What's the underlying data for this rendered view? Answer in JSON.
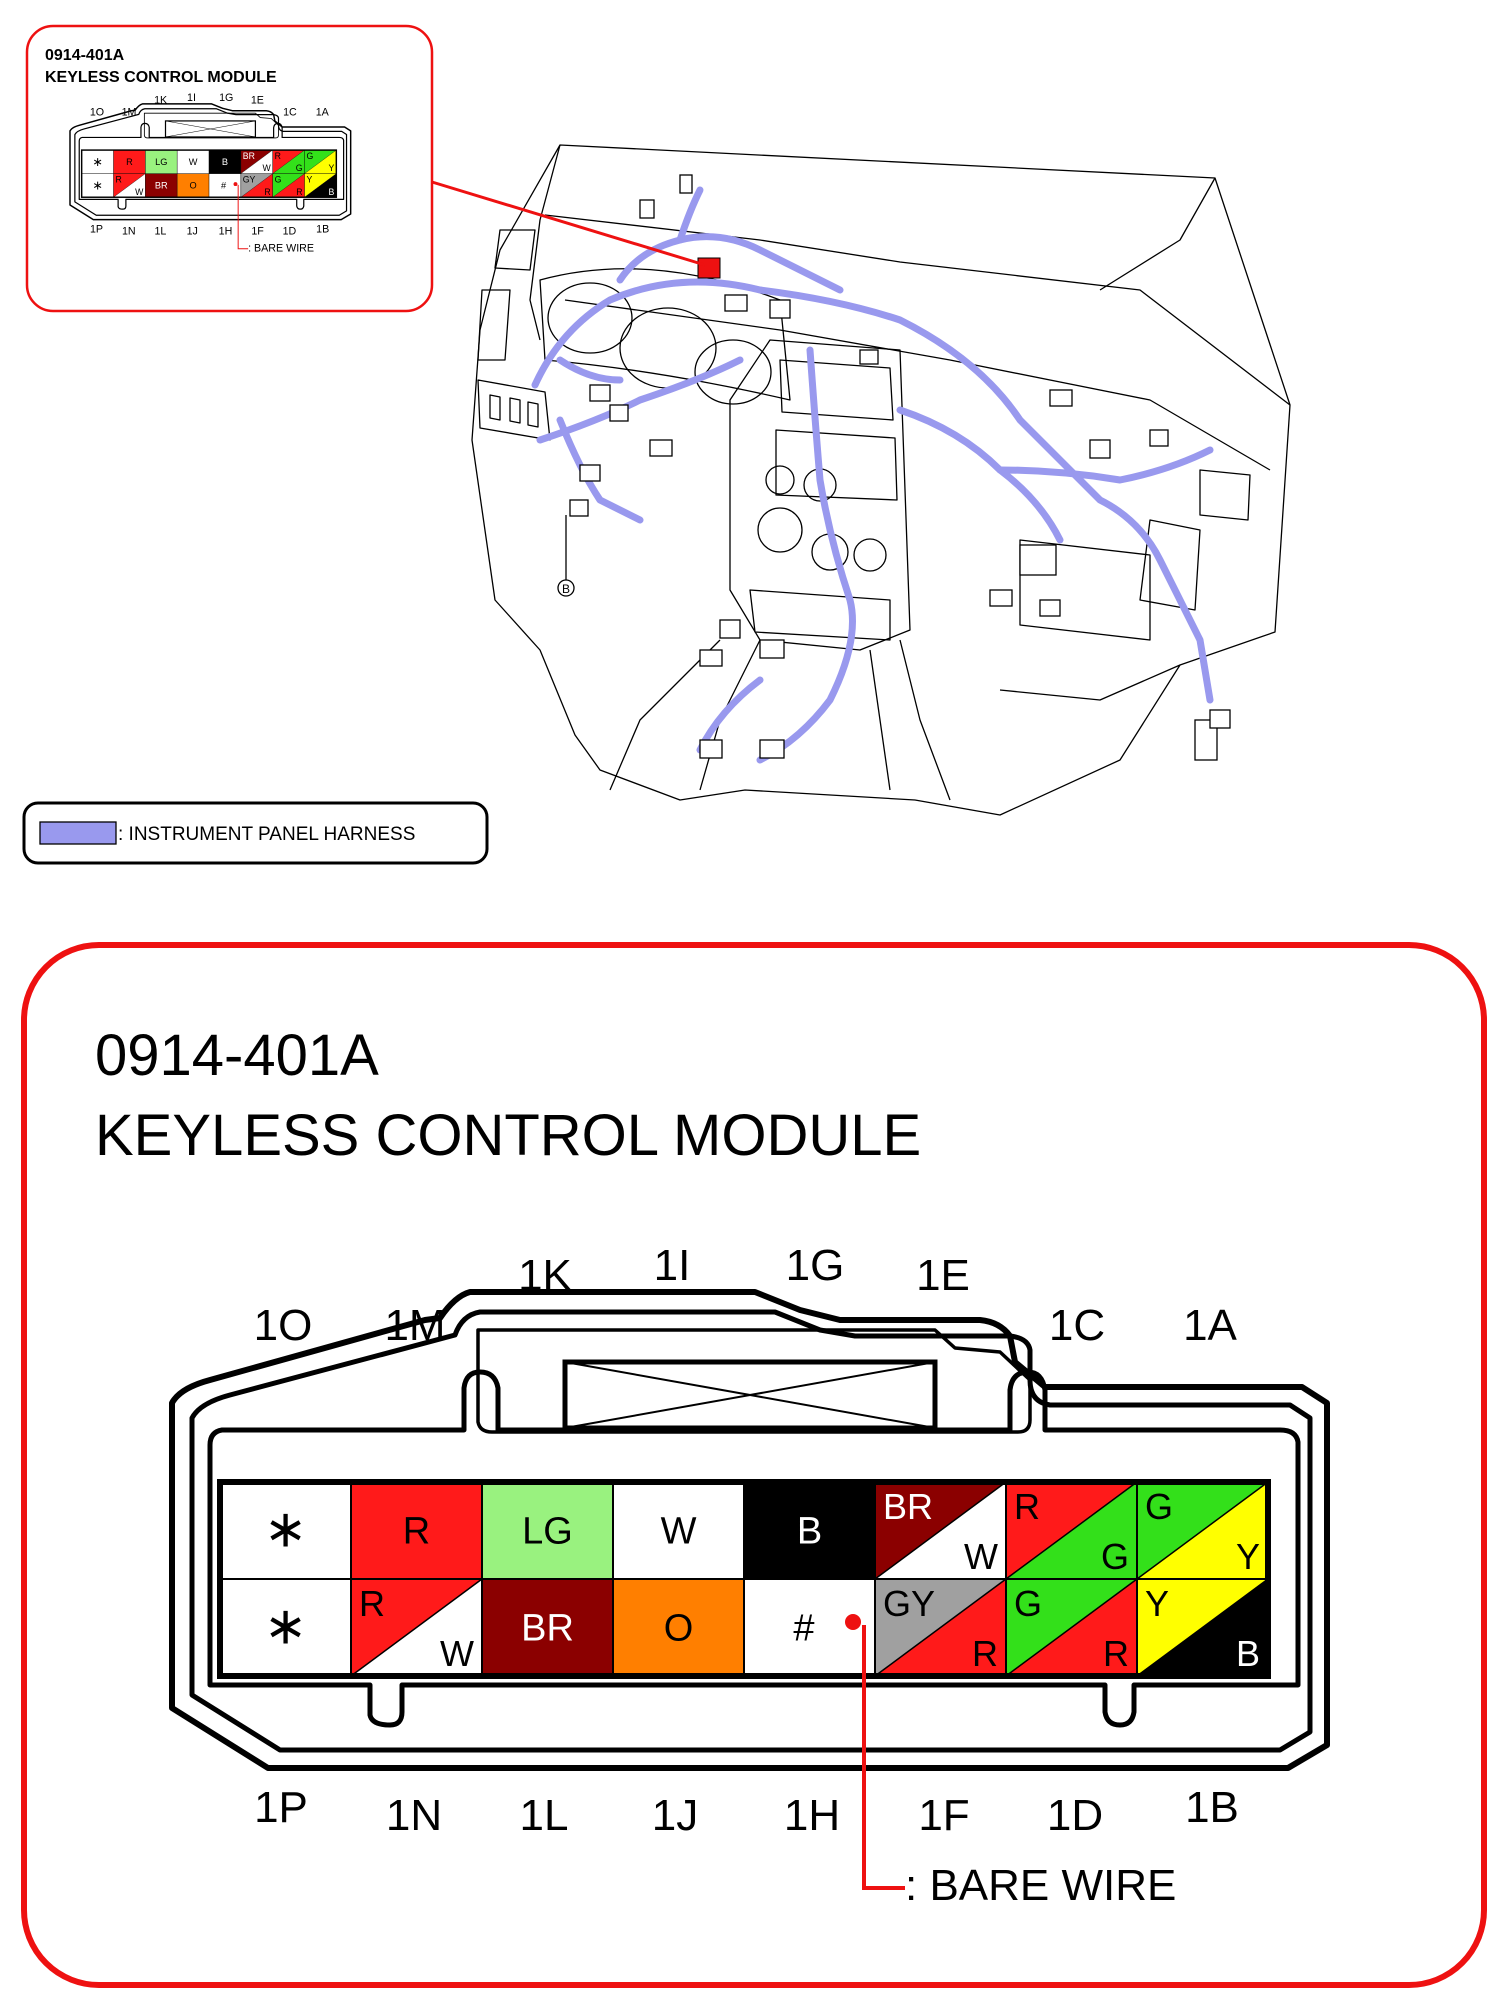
{
  "connector": {
    "code": "0914-401A",
    "name": "KEYLESS CONTROL MODULE",
    "top_labels": [
      "1O",
      "1M",
      "1K",
      "1I",
      "1G",
      "1E",
      "1C",
      "1A"
    ],
    "bottom_labels": [
      "1P",
      "1N",
      "1L",
      "1J",
      "1H",
      "1F",
      "1D",
      "1B"
    ],
    "bare_wire_label": ": BARE WIRE",
    "rows": [
      [
        {
          "type": "solid",
          "text": "∗",
          "bg": "#ffffff",
          "fg": "#000000"
        },
        {
          "type": "solid",
          "text": "R",
          "bg": "#ff1a1a",
          "fg": "#000000"
        },
        {
          "type": "solid",
          "text": "LG",
          "bg": "#99f27f",
          "fg": "#000000"
        },
        {
          "type": "solid",
          "text": "W",
          "bg": "#ffffff",
          "fg": "#000000"
        },
        {
          "type": "solid",
          "text": "B",
          "bg": "#000000",
          "fg": "#ffffff"
        },
        {
          "type": "split",
          "t1": "BR",
          "c1": "#8b0000",
          "f1": "#ffffff",
          "t2": "W",
          "c2": "#ffffff",
          "f2": "#000000"
        },
        {
          "type": "split",
          "t1": "R",
          "c1": "#ff1a1a",
          "f1": "#000000",
          "t2": "G",
          "c2": "#33e01a",
          "f2": "#000000"
        },
        {
          "type": "split",
          "t1": "G",
          "c1": "#33e01a",
          "f1": "#000000",
          "t2": "Y",
          "c2": "#ffff00",
          "f2": "#000000"
        }
      ],
      [
        {
          "type": "solid",
          "text": "∗",
          "bg": "#ffffff",
          "fg": "#000000"
        },
        {
          "type": "split",
          "t1": "R",
          "c1": "#ff1a1a",
          "f1": "#000000",
          "t2": "W",
          "c2": "#ffffff",
          "f2": "#000000"
        },
        {
          "type": "solid",
          "text": "BR",
          "bg": "#8b0000",
          "fg": "#ffffff"
        },
        {
          "type": "solid",
          "text": "O",
          "bg": "#ff7f00",
          "fg": "#000000"
        },
        {
          "type": "bare",
          "text": "#",
          "bg": "#ffffff",
          "fg": "#000000"
        },
        {
          "type": "split",
          "t1": "GY",
          "c1": "#a0a0a0",
          "f1": "#000000",
          "t2": "R",
          "c2": "#ff1a1a",
          "f2": "#000000"
        },
        {
          "type": "split",
          "t1": "G",
          "c1": "#33e01a",
          "f1": "#000000",
          "t2": "R",
          "c2": "#ff1a1a",
          "f2": "#000000"
        },
        {
          "type": "split",
          "t1": "Y",
          "c1": "#ffff00",
          "f1": "#000000",
          "t2": "B",
          "c2": "#000000",
          "f2": "#ffffff"
        }
      ]
    ]
  },
  "legend": {
    "label": ": INSTRUMENT PANEL HARNESS",
    "color": "#9999ee"
  },
  "harness_point_label": "B",
  "colors": {
    "accent_red": "#ee1111",
    "harness": "#9999ee",
    "outline": "#000000"
  }
}
